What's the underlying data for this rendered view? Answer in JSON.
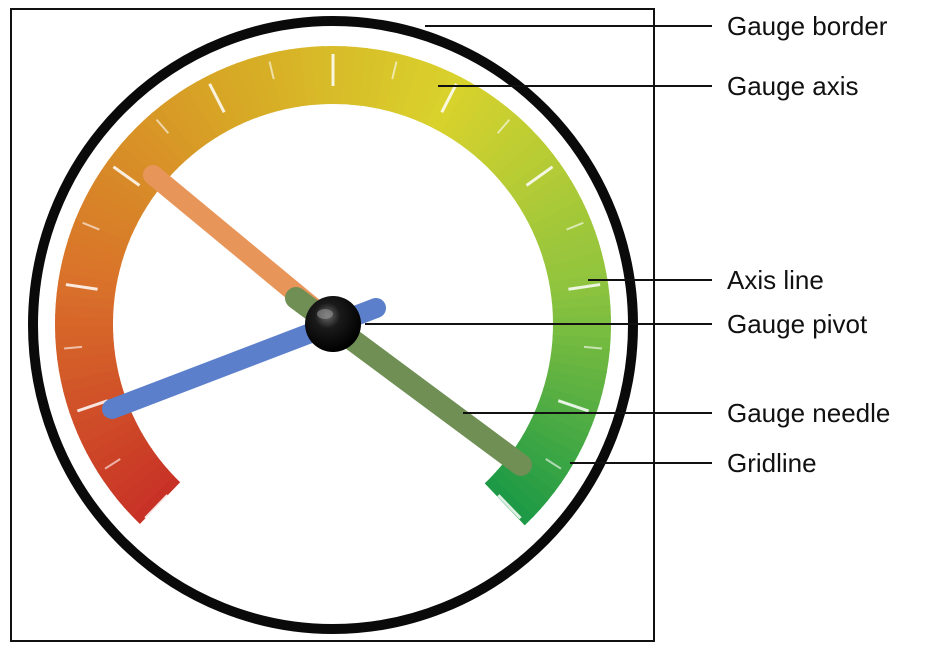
{
  "callouts": [
    {
      "id": "gauge-border",
      "label": "Gauge border"
    },
    {
      "id": "gauge-axis",
      "label": "Gauge axis"
    },
    {
      "id": "axis-line",
      "label": "Axis line"
    },
    {
      "id": "gauge-pivot",
      "label": "Gauge pivot"
    },
    {
      "id": "gauge-needle",
      "label": "Gauge needle"
    },
    {
      "id": "gridline",
      "label": "Gridline"
    }
  ],
  "gauge": {
    "needles": [
      {
        "name": "needle-orange",
        "color": "#E8955A"
      },
      {
        "name": "needle-blue",
        "color": "#5B7FCB"
      },
      {
        "name": "needle-green",
        "color": "#6F8F55"
      }
    ],
    "axis_gradient": [
      "#C83226",
      "#D9712A",
      "#D7A525",
      "#D9D22C",
      "#8FC43E",
      "#1E9A46"
    ],
    "pivot_color": "#0A0A0A",
    "border_color": "#0A0A0A"
  }
}
